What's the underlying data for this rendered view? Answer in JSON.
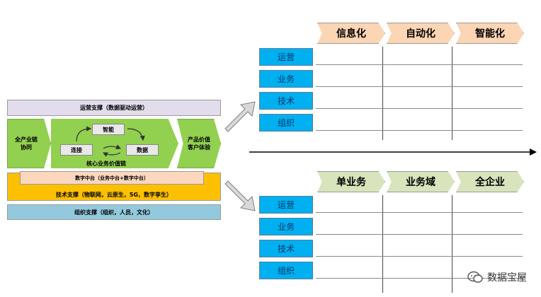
{
  "framework": {
    "ops_support": "运营支撑（数据驱动运营）",
    "left_chevron": [
      "全产业链",
      "协同"
    ],
    "core": {
      "nodes": [
        "智能",
        "连接",
        "数据"
      ],
      "label": "核心业务价值链"
    },
    "right_chevron": [
      "产品价值",
      "客户体验"
    ],
    "data_platform": "数字中台（业务中台+数字中台）",
    "tech_support": "技术支撑（物联网，云原生，5G，数字孪生）",
    "org_support": "组织支撑（组织，人员，文化）"
  },
  "top_matrix": {
    "columns": [
      "信息化",
      "自动化",
      "智能化"
    ],
    "rows": [
      "运营",
      "业务",
      "技术",
      "组织"
    ]
  },
  "bottom_matrix": {
    "columns": [
      "单业务",
      "业务域",
      "全企业"
    ],
    "rows": [
      "运营",
      "业务",
      "技术",
      "组织"
    ]
  },
  "watermark": "数据宝屋",
  "colors": {
    "row_label_bg": "#00b0f0",
    "top_chevron_bg": "#fcd5b4",
    "bottom_chevron_bg": "#d7e4bc",
    "green": "#92d050",
    "tech_bar": "#fcc000",
    "org_bar": "#93c9dc",
    "ops_bar": "#e2dcec",
    "data_bar": "#fbd7bd"
  },
  "icons": [
    "cycle-arrows-icon",
    "arrow-up-right-icon",
    "arrow-down-right-icon",
    "long-right-arrow-icon",
    "wechat-icon"
  ]
}
